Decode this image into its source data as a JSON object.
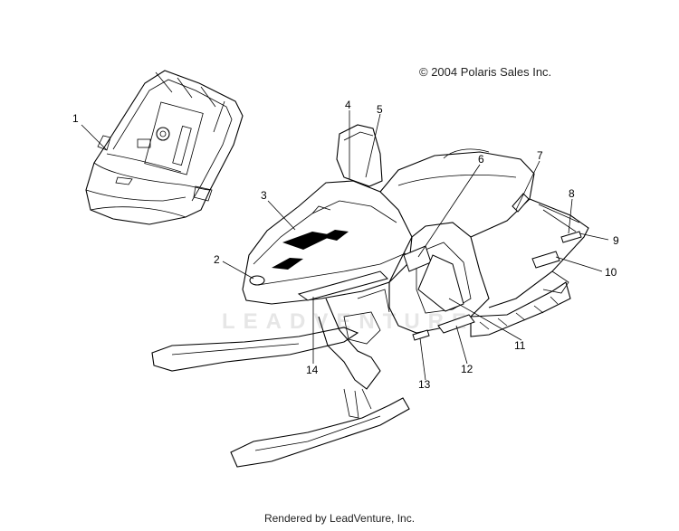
{
  "header": {
    "copyright": "© 2004 Polaris Sales Inc."
  },
  "watermark": {
    "text": "LEADVENTURE"
  },
  "footer": {
    "text": "Rendered by LeadVenture, Inc."
  },
  "callouts": [
    "1",
    "2",
    "3",
    "4",
    "5",
    "6",
    "7",
    "8",
    "9",
    "10",
    "11",
    "12",
    "13",
    "14"
  ]
}
